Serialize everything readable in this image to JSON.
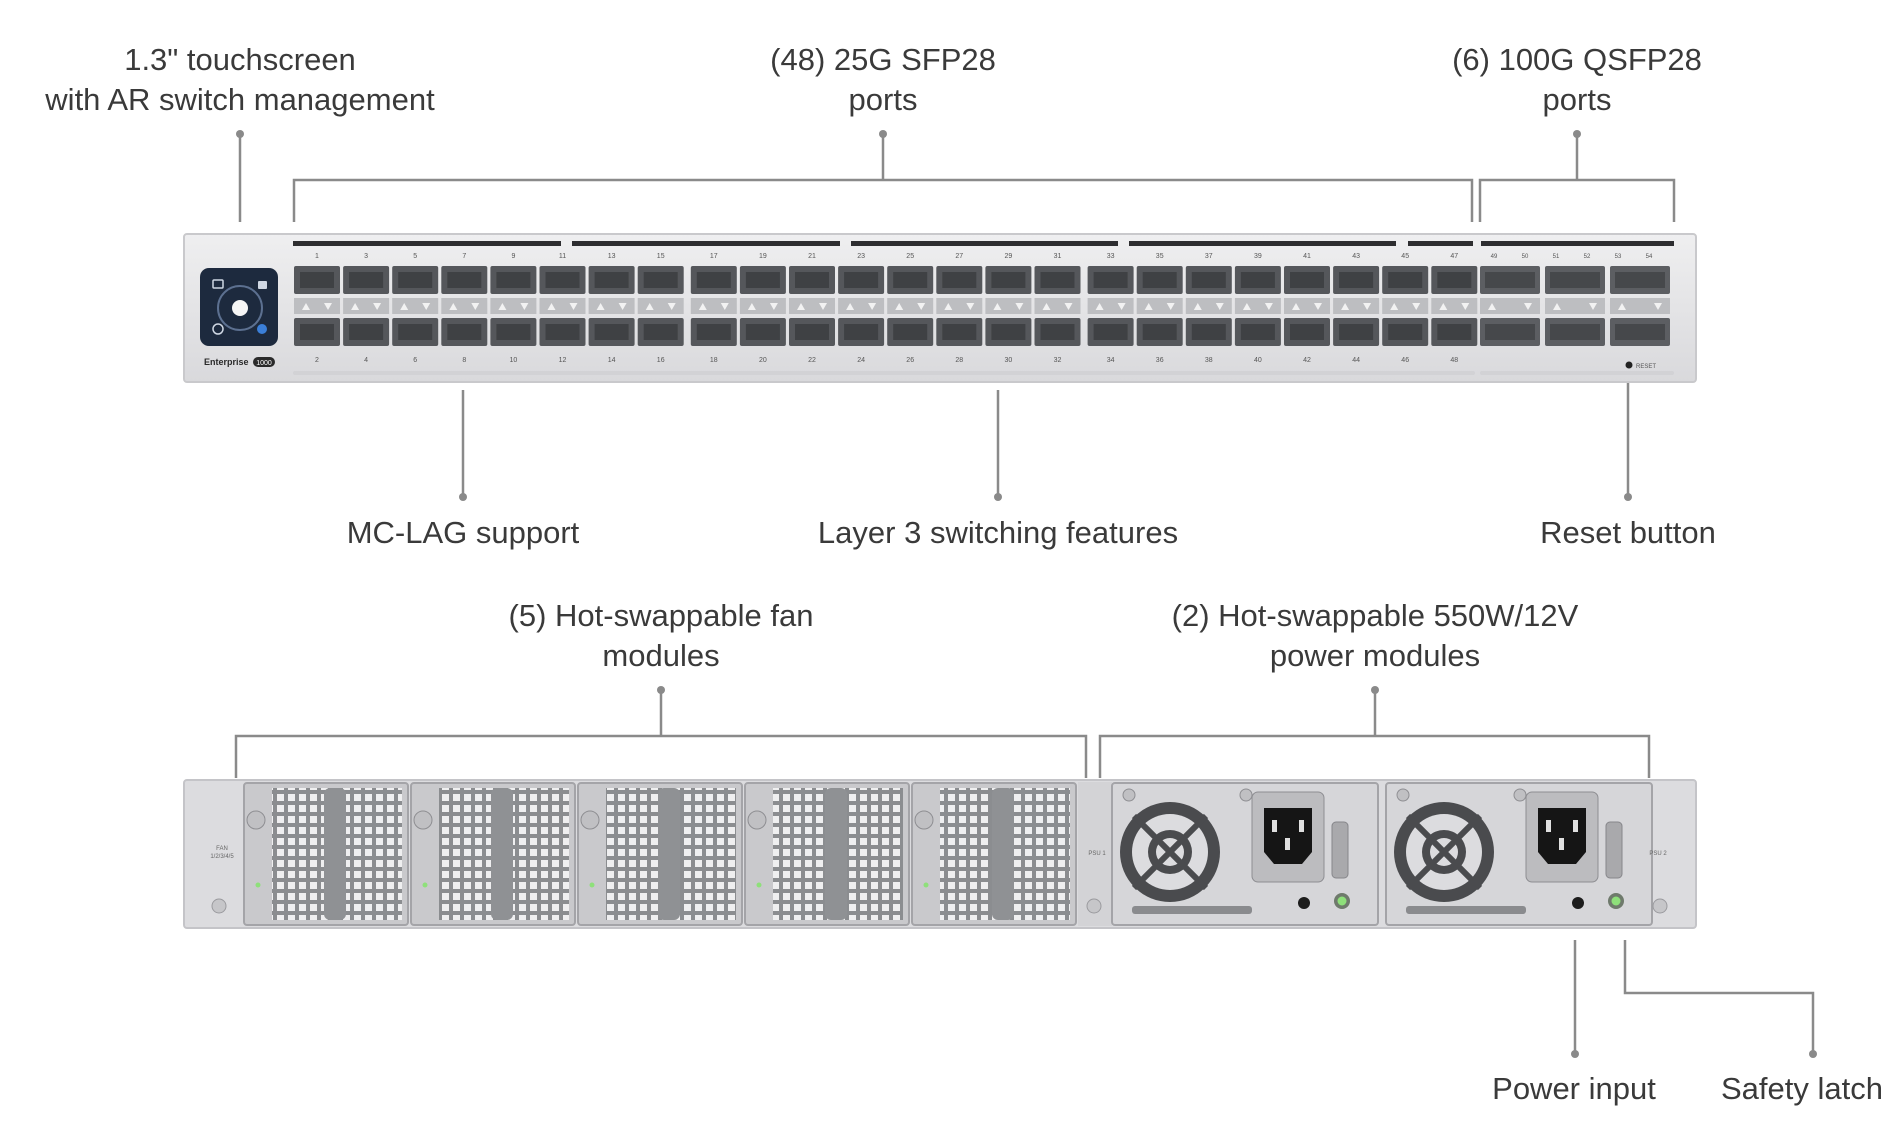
{
  "front_panel": {
    "name": "front-panel",
    "brand_label": "Enterprise",
    "model_badge": "1000",
    "reset_label": "RESET",
    "sfp_port_count": 48,
    "qsfp_port_count": 6,
    "sfp_top_numbers": [
      "1",
      "3",
      "5",
      "7",
      "9",
      "11",
      "13",
      "15",
      "17",
      "19",
      "21",
      "23",
      "25",
      "27",
      "29",
      "31",
      "33",
      "35",
      "37",
      "39",
      "41",
      "43",
      "45",
      "47"
    ],
    "sfp_bottom_numbers": [
      "2",
      "4",
      "6",
      "8",
      "10",
      "12",
      "14",
      "16",
      "18",
      "20",
      "22",
      "24",
      "26",
      "28",
      "30",
      "32",
      "34",
      "36",
      "38",
      "40",
      "42",
      "44",
      "46",
      "48"
    ],
    "qsfp_numbers": [
      "49",
      "50",
      "51",
      "52",
      "53",
      "54"
    ]
  },
  "rear_panel": {
    "name": "rear-panel",
    "fan_label": "FAN 1/2/3/4/5",
    "psu1_label": "PSU 1",
    "psu2_label": "PSU 2",
    "fan_module_count": 5,
    "psu_count": 2
  },
  "callouts": {
    "touchscreen": {
      "line1": "1.3\" touchscreen",
      "line2": "with AR switch management"
    },
    "sfp28": {
      "line1": "(48) 25G SFP28",
      "line2": "ports"
    },
    "qsfp28": {
      "line1": "(6) 100G QSFP28",
      "line2": "ports"
    },
    "mclag": {
      "line1": "MC-LAG support"
    },
    "layer3": {
      "line1": "Layer 3 switching features"
    },
    "reset": {
      "line1": "Reset button"
    },
    "fans": {
      "line1": "(5) Hot-swappable fan",
      "line2": "modules"
    },
    "power": {
      "line1": "(2) Hot-swappable 550W/12V",
      "line2": "power modules"
    },
    "power_input": {
      "line1": "Power input"
    },
    "safety_latch": {
      "line1": "Safety latch"
    }
  },
  "colors": {
    "leader": "#8a8a8a",
    "chassis": "#e3e3e5",
    "chassis_edge": "#c9c9cc",
    "port_dark": "#55575b",
    "screen": "#1d2a3e",
    "led_green": "#8ee07a",
    "text": "#3a3a3a"
  }
}
